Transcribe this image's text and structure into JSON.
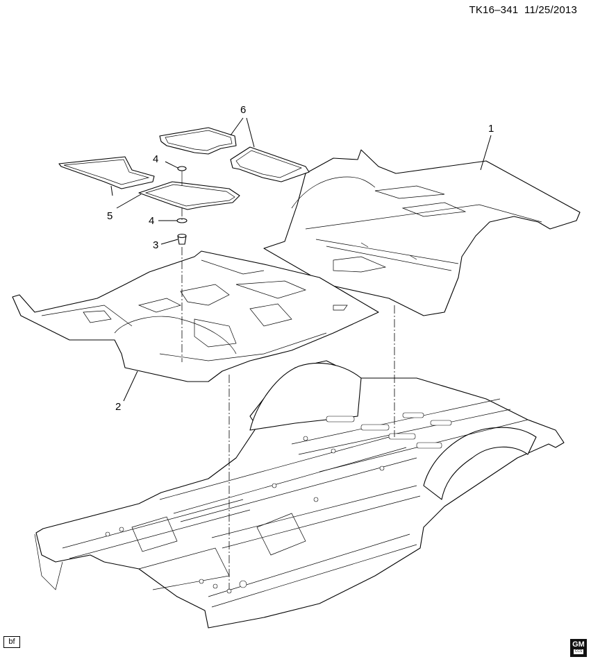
{
  "header": {
    "diagram_ref": "TK16–341",
    "date": "11/25/2013"
  },
  "callouts": {
    "c1": "1",
    "c2": "2",
    "c3": "3",
    "c4a": "4",
    "c4b": "4",
    "c5": "5",
    "c6": "6"
  },
  "footer": {
    "corner_tag": "bf",
    "logo_text": "GM",
    "logo_sub": "CCS"
  }
}
